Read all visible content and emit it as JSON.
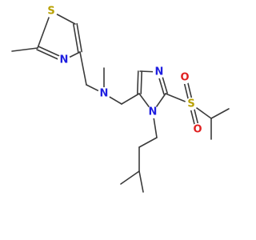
{
  "molecule": {
    "atom_labels": {
      "thiazole_S": "S",
      "thiazole_N": "N",
      "amine_N": "N",
      "imidazole_N3": "N",
      "imidazole_N1": "N",
      "sulfonyl_S": "S",
      "sulfonyl_O_top": "O",
      "sulfonyl_O_bottom": "O"
    },
    "colors": {
      "bond": "#3a3a3a",
      "sulfur": "#b8a000",
      "nitrogen": "#1f1fe0",
      "oxygen": "#e02020"
    }
  }
}
